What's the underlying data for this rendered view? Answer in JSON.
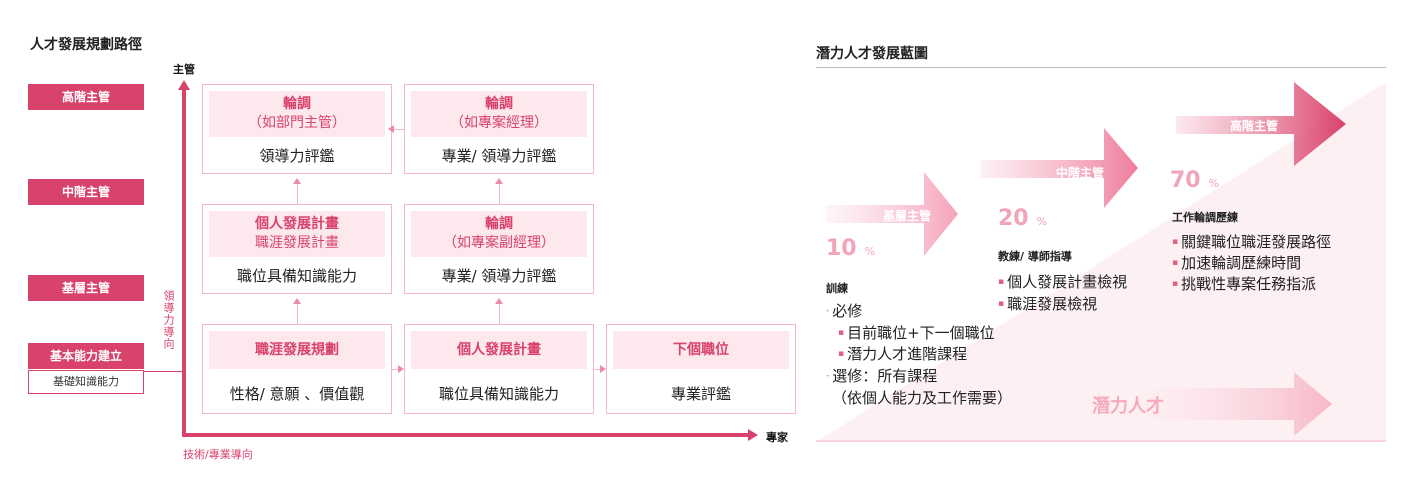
{
  "left": {
    "title": "人才發展規劃路徑",
    "y_axis_label": "主管",
    "x_axis_label": "專家",
    "y_axis_note": "領導力導向",
    "x_axis_note": "技術/專業導向",
    "levels": [
      "高階主管",
      "中階主管",
      "基層主管",
      "基本能力建立"
    ],
    "base_sublabel": "基礎知識能力",
    "nodes": {
      "top_left": {
        "main": "輪調",
        "sub": "（如部門主管）",
        "bottom": "領導力評鑑"
      },
      "top_mid": {
        "main": "輪調",
        "sub": "（如專案經理）",
        "bottom": "專業/ 領導力評鑑"
      },
      "mid_left": {
        "main": "個人發展計畫",
        "sub": "職涯發展計畫",
        "bottom": "職位具備知識能力"
      },
      "mid_mid": {
        "main": "輪調",
        "sub": "（如專案副經理）",
        "bottom": "專業/ 領導力評鑑"
      },
      "bot_left": {
        "main": "職涯發展規劃",
        "bottom": "性格/ 意願 、價值觀"
      },
      "bot_mid": {
        "main": "個人發展計畫",
        "bottom": "職位具備知識能力"
      },
      "bot_right": {
        "main": "下個職位",
        "bottom": "專業評鑑"
      }
    }
  },
  "right": {
    "title": "潛力人才發展藍圖",
    "stages": [
      {
        "arrow_label": "基層主管",
        "percent": "10",
        "percent_unit": "%",
        "head": "訓練"
      },
      {
        "arrow_label": "中階主管",
        "percent": "20",
        "percent_unit": "%",
        "head": "教練/ 導師指導"
      },
      {
        "arrow_label": "高階主管",
        "percent": "70",
        "percent_unit": "%",
        "head": "工作輪調歷練"
      }
    ],
    "stage1_items": {
      "must": "必修",
      "must_sub": [
        "目前職位+下一個職位",
        "潛力人才進階課程"
      ],
      "elective": "選修：所有課程",
      "elective_note": "（依個人能力及工作需要）"
    },
    "stage2_items": [
      "個人發展計畫檢視",
      "職涯發展檢視"
    ],
    "stage3_items": [
      "關鍵職位職涯發展路徑",
      "加速輪調歷練時間",
      "挑戰性專案任務指派"
    ],
    "bottom_label": "潛力人才"
  },
  "colors": {
    "accent": "#d9426b",
    "light": "#fde8ee",
    "border": "#f2b6c6"
  }
}
